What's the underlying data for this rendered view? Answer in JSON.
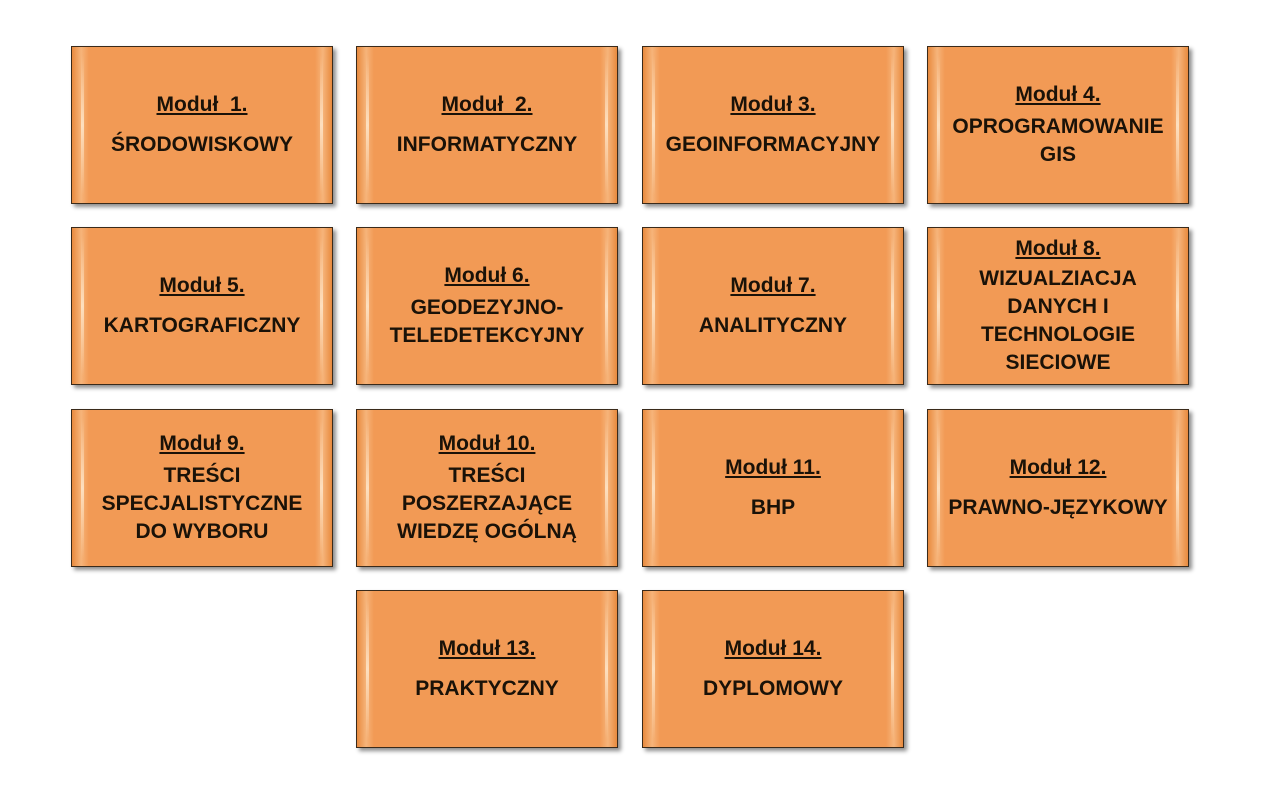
{
  "modules": [
    {
      "title": "Moduł  1.",
      "name": "ŚRODOWISKOWY"
    },
    {
      "title": "Moduł  2.",
      "name": "INFORMATYCZNY"
    },
    {
      "title": "Moduł 3.",
      "name": "GEOINFORMACYJNY"
    },
    {
      "title": "Moduł 4.",
      "name": "OPROGRAMOWANIE\nGIS"
    },
    {
      "title": "Moduł 5.",
      "name": "KARTOGRAFICZNY"
    },
    {
      "title": "Moduł 6.",
      "name": "GEODEZYJNO-\nTELEDETEKCYJNY"
    },
    {
      "title": "Moduł 7.",
      "name": "ANALITYCZNY"
    },
    {
      "title": "Moduł 8.",
      "name": "WIZUALZIACJA\nDANYCH I\nTECHNOLOGIE\nSIECIOWE"
    },
    {
      "title": "Moduł 9.",
      "name": "TREŚCI\nSPECJALISTYCZNE\nDO WYBORU"
    },
    {
      "title": "Moduł 10.",
      "name": "TREŚCI\nPOSZERZAJĄCE\nWIEDZĘ OGÓLNĄ"
    },
    {
      "title": "Moduł 11.",
      "name": "BHP"
    },
    {
      "title": "Moduł 12.",
      "name": "PRAWNO-JĘZYKOWY"
    },
    {
      "title": "Moduł 13.",
      "name": "PRAKTYCZNY"
    },
    {
      "title": "Moduł 14.",
      "name": "DYPLOMOWY"
    }
  ]
}
